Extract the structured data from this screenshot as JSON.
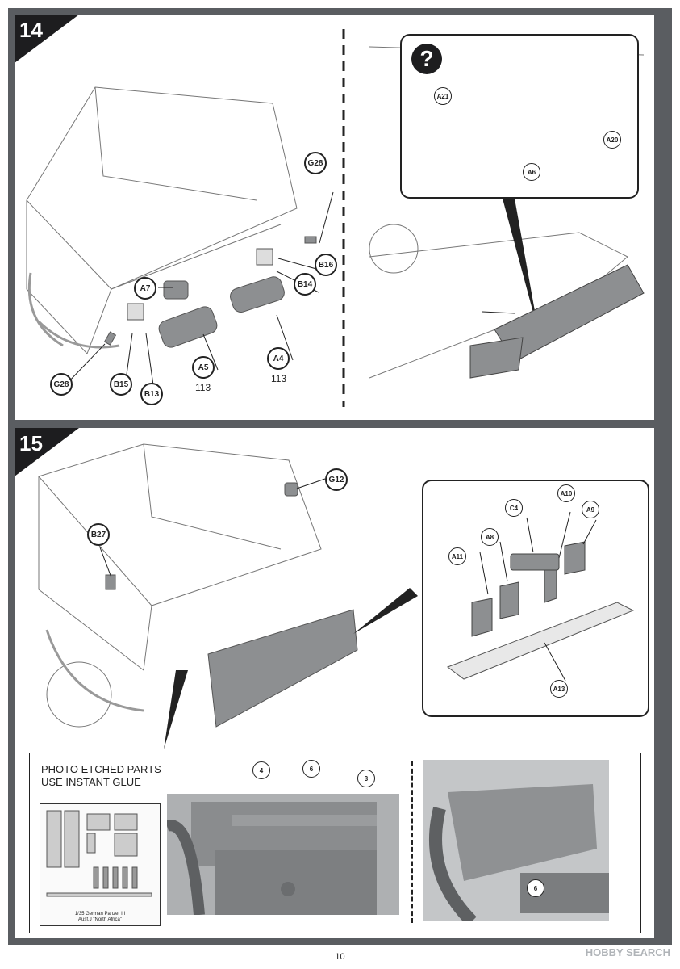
{
  "steps": [
    {
      "number": "14",
      "labels": {
        "g28_top": "G28",
        "b16": "B16",
        "b14": "B14",
        "a7": "A7",
        "a5": "A5",
        "a4": "A4",
        "g28_bottom": "G28",
        "b15": "B15",
        "b13": "B13",
        "a21": "A21",
        "a20": "A20",
        "a6": "A6"
      },
      "quantities": {
        "a5": "113",
        "a4": "113"
      },
      "inset_icon": "question-mark-icon"
    },
    {
      "number": "15",
      "labels": {
        "g12": "G12",
        "b27": "B27",
        "c4": "C4",
        "a10": "A10",
        "a9": "A9",
        "a8": "A8",
        "a11": "A11",
        "a13": "A13"
      }
    }
  ],
  "photo_etched": {
    "line1": "PHOTO ETCHED PARTS",
    "line2": "USE INSTANT GLUE",
    "sheet_caption": "1/35 German Panzer III\nAusf.J \"North Africa\"",
    "callouts": {
      "p4": "4",
      "p6_top": "6",
      "p3": "3",
      "p6_bottom": "6"
    }
  },
  "page_number": "10",
  "watermark": "HOBBY SEARCH"
}
